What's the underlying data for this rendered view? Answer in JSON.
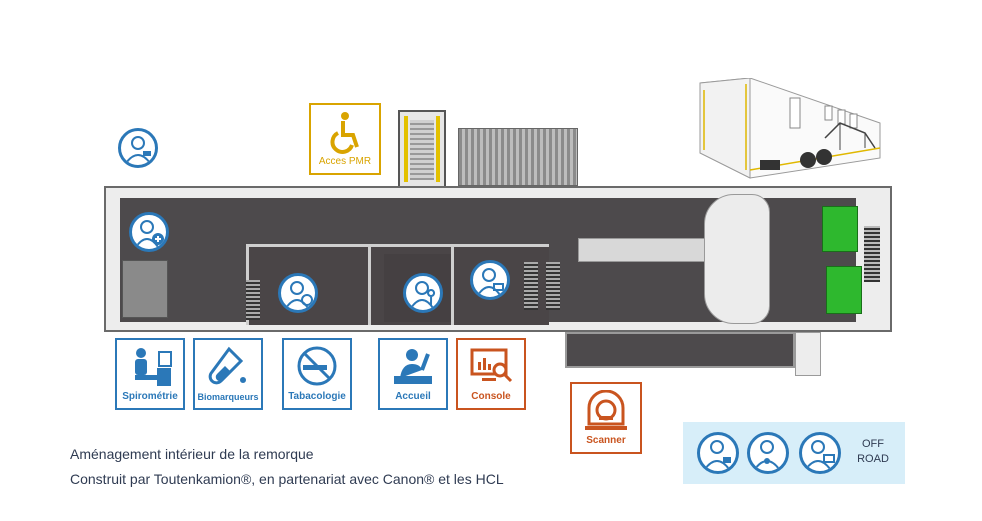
{
  "tiles": {
    "spirometrie": "Spirométrie",
    "biomarqueurs": "Biomarqueurs",
    "tabacologie": "Tabacologie",
    "accueil": "Accueil",
    "console": "Console",
    "scanner": "Scanner",
    "acces_pmr": "Acces PMR"
  },
  "offroad": {
    "line1": "OFF",
    "line2": "ROAD"
  },
  "caption": {
    "line1": "Aménagement intérieur de la remorque",
    "line2": "Construit par Toutenkamion®, en partenariat avec Canon® et les HCL"
  },
  "colors": {
    "blue": "#2b78b8",
    "orange": "#c9541f",
    "gold": "#d9a400",
    "green": "#2eb82e",
    "floor": "#4d4a4c",
    "panel_bg": "#d7eef9"
  }
}
